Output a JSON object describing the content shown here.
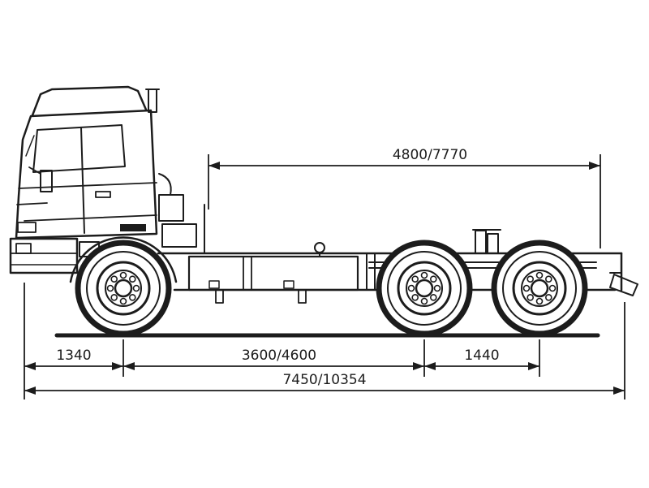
{
  "page": {
    "background": "#ffffff",
    "ink_color": "#1c1c1c"
  },
  "dimensions": {
    "frame_span": "4800/7770",
    "front_overhang": "1340",
    "wheelbase": "3600/4600",
    "rear_bogie": "1440",
    "overall": "7450/10354"
  }
}
